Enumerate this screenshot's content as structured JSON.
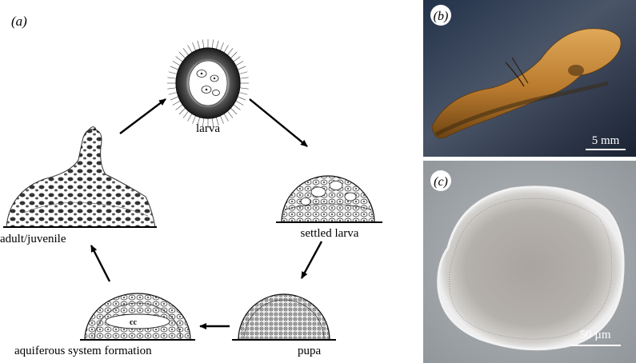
{
  "panels": {
    "a": {
      "label": "(a)"
    },
    "b": {
      "label": "(b)",
      "scale_bar": "5 mm"
    },
    "c": {
      "label": "(c)",
      "scale_bar": "50 µm"
    }
  },
  "stages": {
    "larva": "larva",
    "settled_larva": "settled larva",
    "pupa": "pupa",
    "aquiferous": "aquiferous system formation",
    "aquiferous_marker": "cc",
    "adult": "adult/juvenile"
  }
}
